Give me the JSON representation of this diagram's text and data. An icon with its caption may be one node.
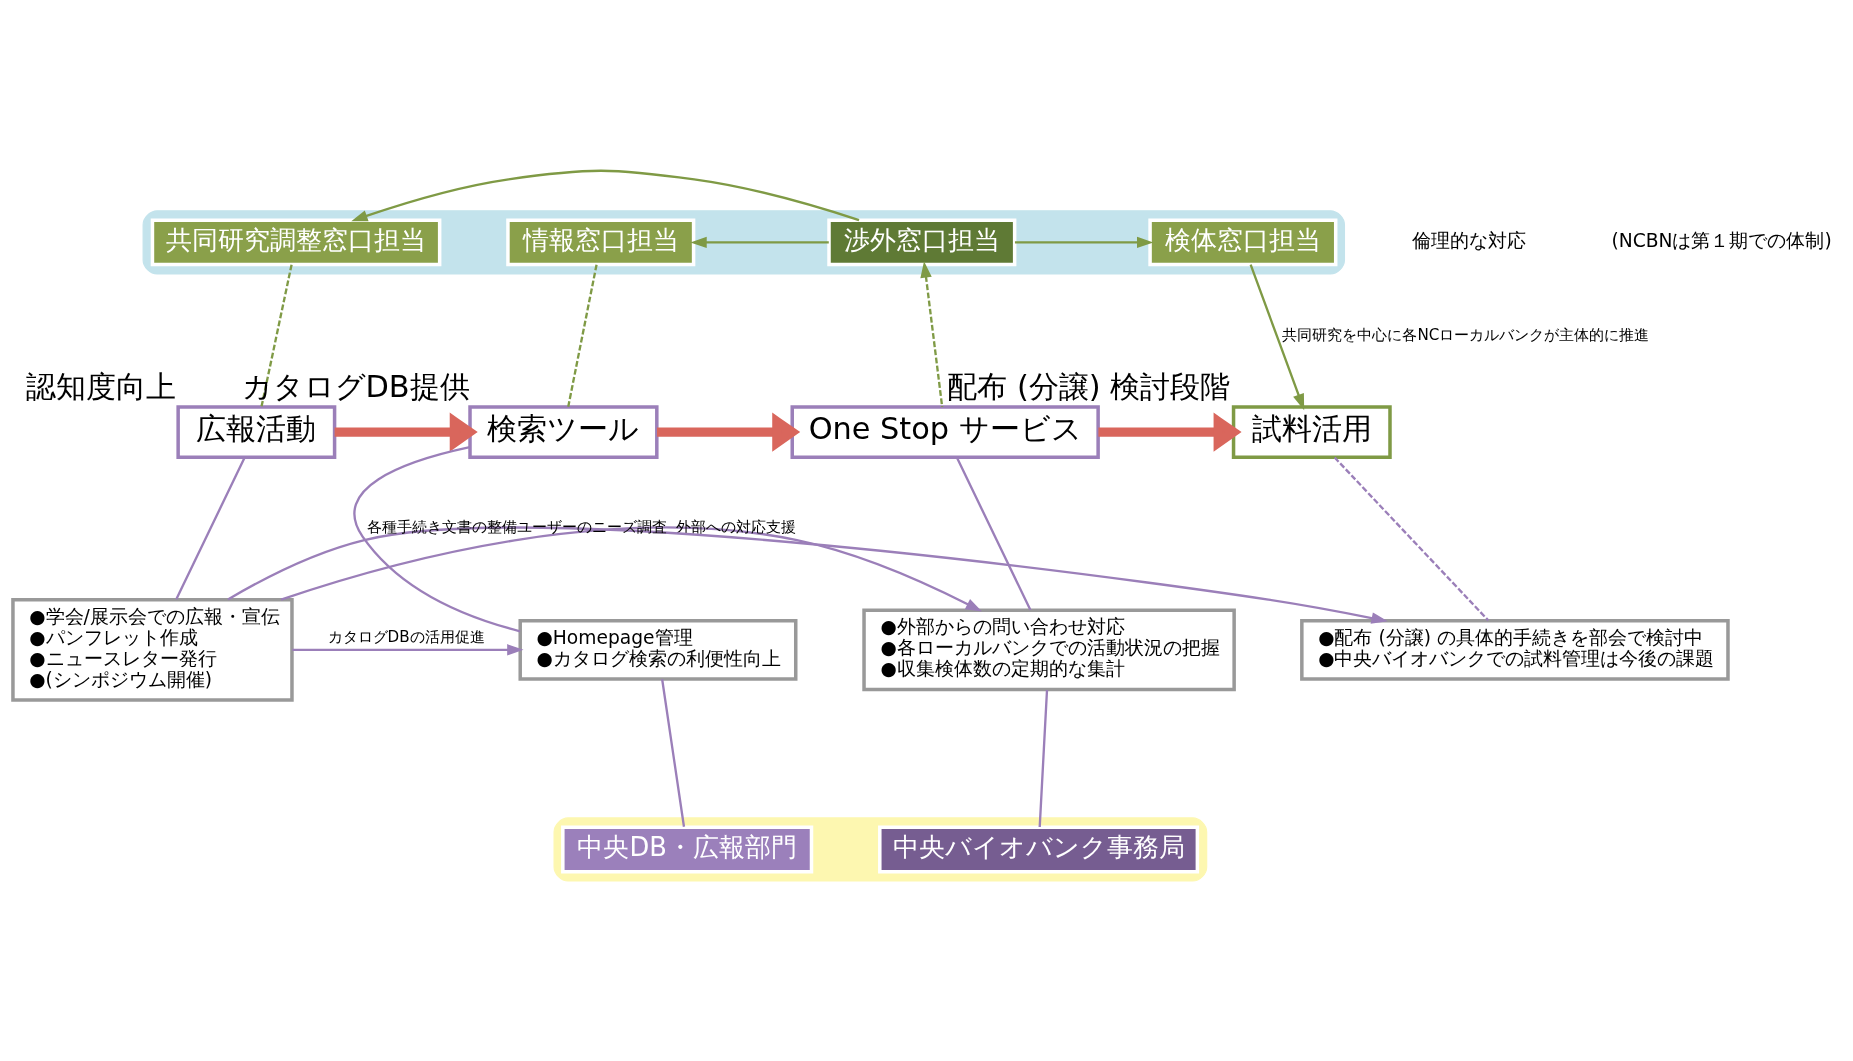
{
  "diagram": {
    "nodes": [
      {
        "text": [],
        "shape": "box"
      },
      {
        "text": [
          "共同研究調整窓口担当"
        ],
        "in": 0
      },
      {
        "text": [
          "情報窓口担当"
        ],
        "in": 0
      },
      {
        "text": [
          "渉外窓口担当"
        ],
        "in": 0
      },
      {
        "text": [
          "検体窓口担当"
        ],
        "in": 0
      },
      {
        "text": [
          "広報活動"
        ],
        "beside": [
          "認知度向上"
        ]
      },
      {
        "text": [
          "検索ツール"
        ],
        "beside": [
          "カタログDB提供"
        ]
      },
      {
        "text": [
          "One Stop サービス"
        ]
      },
      {
        "text": [
          "試料活用"
        ],
        "beside": [
          "配布 (分譲) 検討段階"
        ]
      },
      {
        "text": [
          "●学会/展示会での広報・宣伝",
          "●パンフレット作成",
          "●ニュースレター発行",
          "●(シンポジウム開催)"
        ]
      },
      {
        "text": [
          "●Homepage管理",
          "●カタログ検索の利便性向上"
        ]
      },
      {
        "text": [
          "●外部からの問い合わせ対応",
          "●各ローカルバンクでの活動状況の把握",
          "●収集検体数の定期的な集計"
        ]
      },
      {
        "text": [
          "●配布 (分譲) の具体的手続きを部会で検討中",
          "●中央バイオバンクでの試料管理は今後の課題"
        ]
      },
      {
        "text": [],
        "shape": "box"
      },
      {
        "text": [
          "中央DB・広報部門"
        ],
        "in": 13
      },
      {
        "text": [
          "中央バイオバンク事務局"
        ],
        "in": 13
      }
    ],
    "edges": [
      {
        "from": 3,
        "to": 1,
        "arrow": "to",
        "color": "#7f9a45"
      },
      {
        "from": 3,
        "to": 2,
        "arrow": "to",
        "color": "#7f9a45"
      },
      {
        "from": 3,
        "to": 4,
        "arrow": "to",
        "color": "#7f9a45"
      },
      {
        "from": 1,
        "to": 5,
        "arrow": "none",
        "style": "dashed",
        "color": "#7f9a45"
      },
      {
        "from": 2,
        "to": 6,
        "arrow": "none",
        "style": "dashed",
        "color": "#7f9a45"
      },
      {
        "from": 7,
        "to": 3,
        "arrow": "to",
        "style": "dashed",
        "color": "#7f9a45"
      },
      {
        "from": 4,
        "to": 8,
        "arrow": "to",
        "label": "共同研究を中心に各NCローカルバンクが主体的に推進",
        "color": "#7f9a45"
      },
      {
        "from": 5,
        "to": 6,
        "arrow": "to",
        "style": "thick",
        "color": "#d9665c"
      },
      {
        "from": 6,
        "to": 7,
        "arrow": "to",
        "style": "thick",
        "color": "#d9665c"
      },
      {
        "from": 7,
        "to": 8,
        "arrow": "to",
        "style": "thick",
        "color": "#d9665c"
      },
      {
        "from": 5,
        "to": 9,
        "arrow": "none"
      },
      {
        "from": 6,
        "to": 10,
        "arrow": "none"
      },
      {
        "from": 7,
        "to": 11,
        "arrow": "none"
      },
      {
        "from": 8,
        "to": 12,
        "arrow": "none",
        "style": "dashed"
      },
      {
        "from": 9,
        "to": 10,
        "arrow": "to",
        "label": "カタログDBの活用促進"
      },
      {
        "from": 9,
        "to": 11,
        "arrow": "to",
        "label": "外部への対応支援"
      },
      {
        "from": 9,
        "to": 12,
        "arrow": "to",
        "label": "各種手続き文書の整備ユーザーのニーズ調査"
      },
      {
        "from": 14,
        "to": 10,
        "arrow": "none"
      },
      {
        "from": 15,
        "to": 11,
        "arrow": "none"
      }
    ],
    "labels": [
      "倫理的な対応",
      "(NCBNは第１期での体制)"
    ]
  }
}
